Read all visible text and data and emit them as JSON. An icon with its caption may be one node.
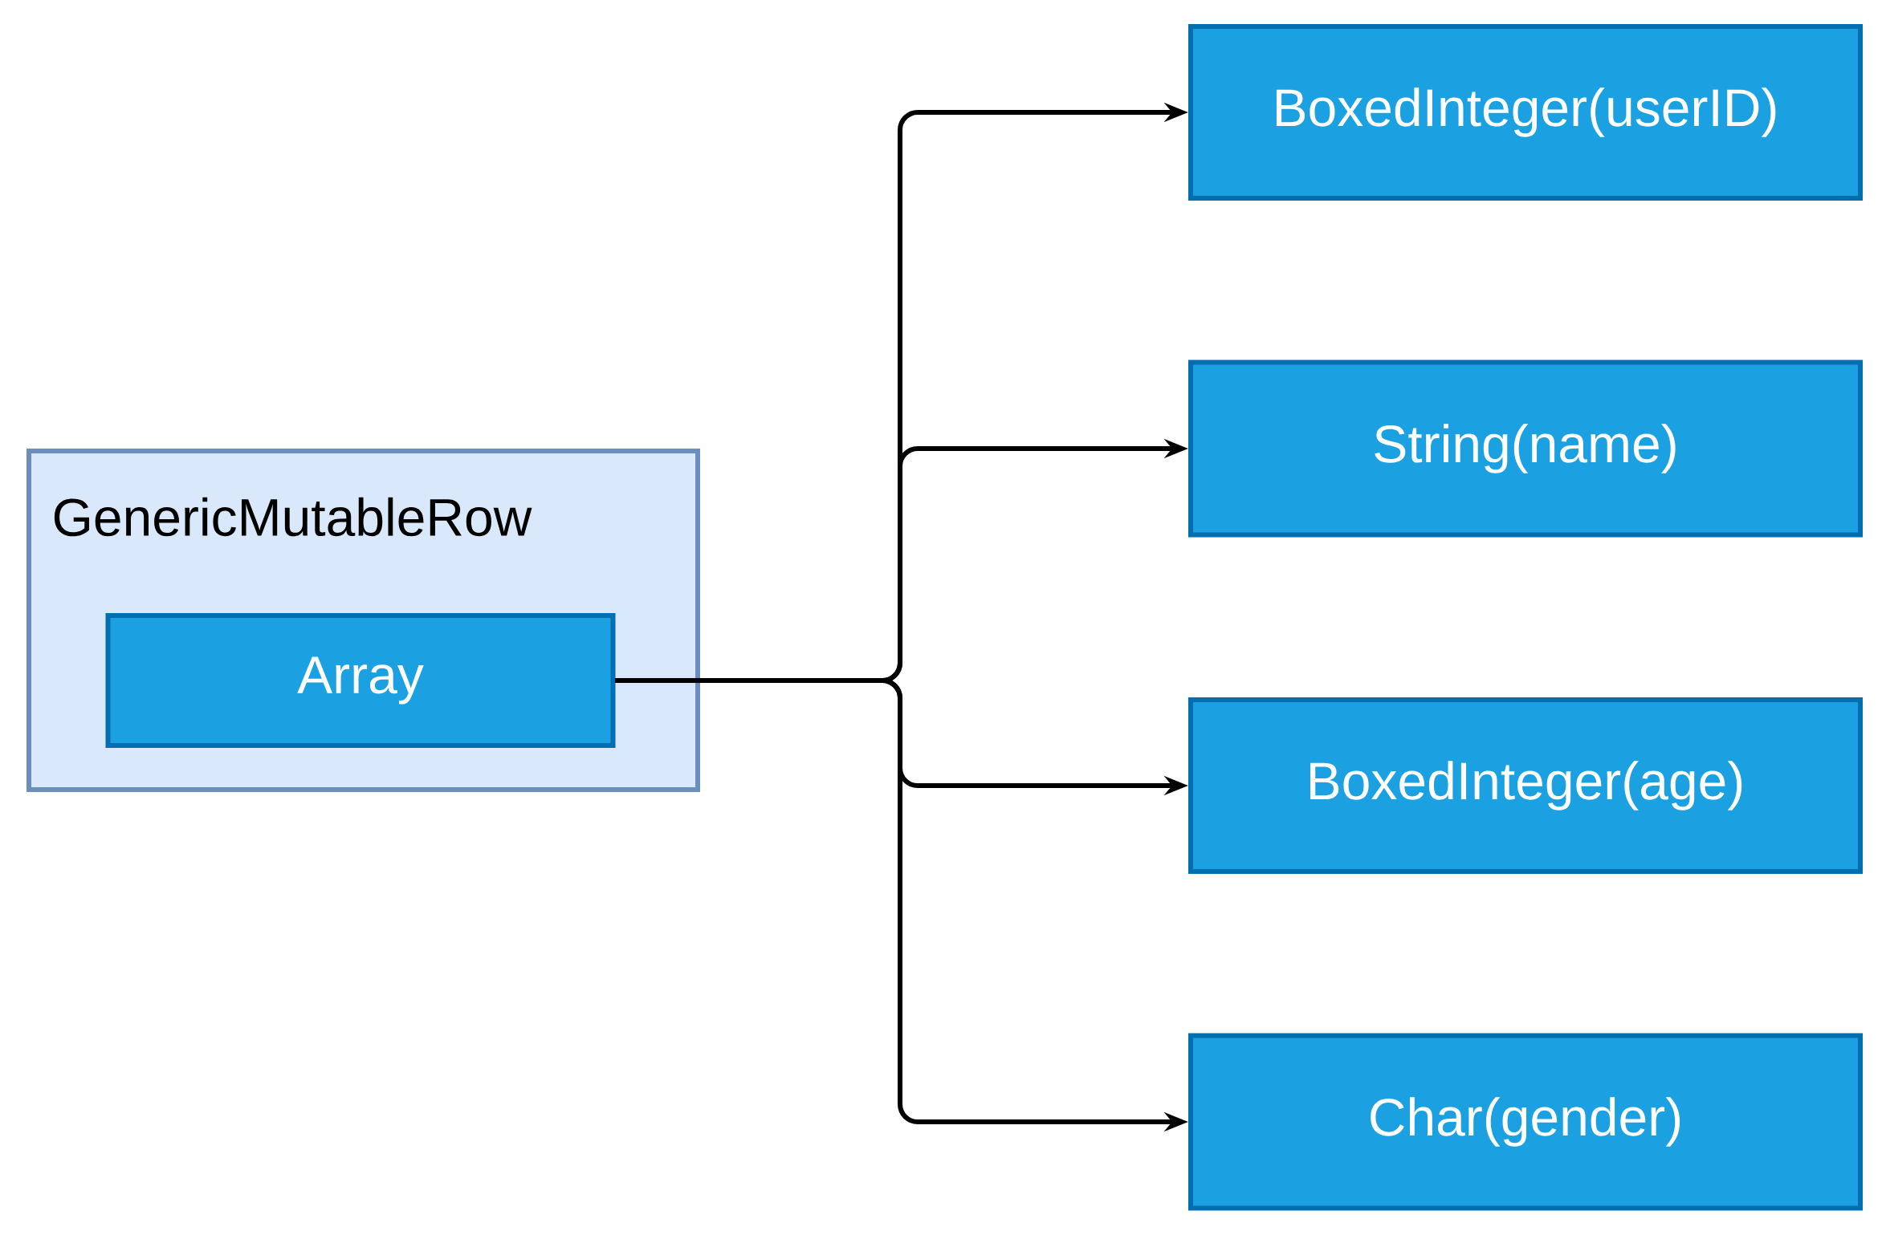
{
  "diagram": {
    "nodes": [
      {
        "text": [
          "GenericMutableRow"
        ]
      },
      {
        "text": [
          "Array"
        ],
        "in": 0
      },
      {
        "text": [
          "BoxedInteger(userID)"
        ]
      },
      {
        "text": [
          "String(name)"
        ]
      },
      {
        "text": [
          "BoxedInteger(age)"
        ]
      },
      {
        "text": [
          "Char(gender)"
        ]
      }
    ],
    "edges": [
      {
        "from": 1,
        "to": 2,
        "arrow": "to"
      },
      {
        "from": 1,
        "to": 3,
        "arrow": "to"
      },
      {
        "from": 1,
        "to": 4,
        "arrow": "to"
      },
      {
        "from": 1,
        "to": 5,
        "arrow": "to"
      }
    ]
  }
}
